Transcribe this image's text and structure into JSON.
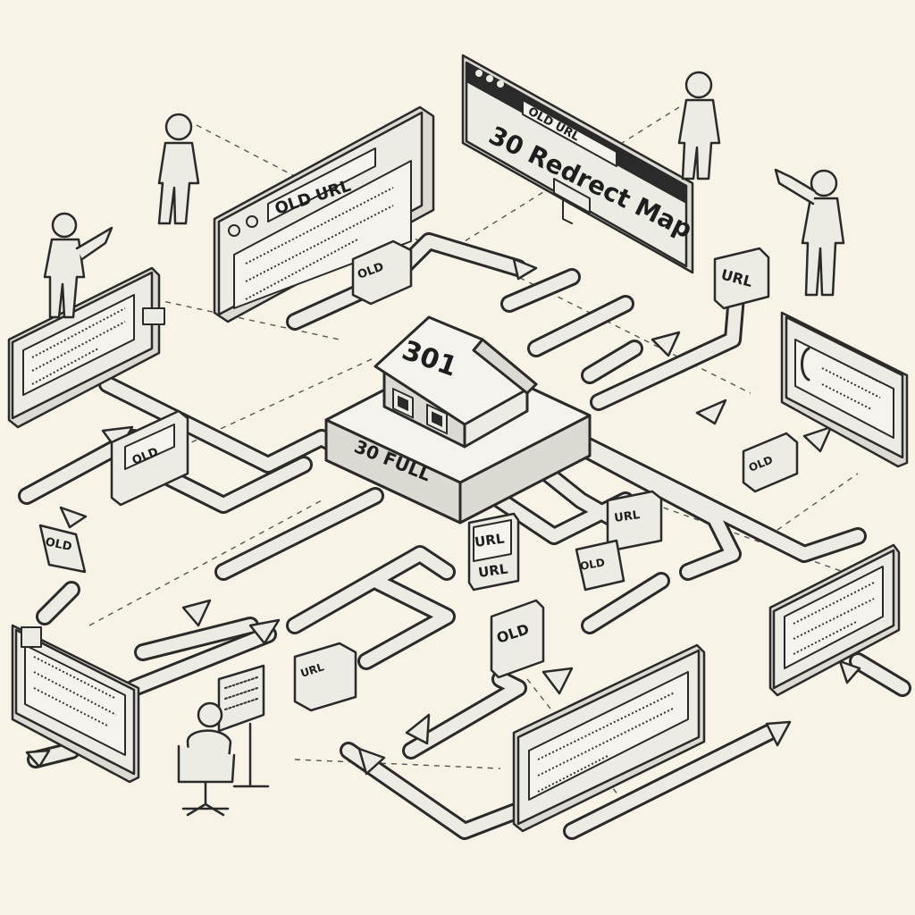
{
  "hub": {
    "badge": "301",
    "base_label": "30 FULL"
  },
  "browser_window": {
    "tab_text": "OLD URL",
    "title": "30 Redrect Map"
  },
  "panel_left_browser": {
    "address_text": "OLD URL"
  },
  "tags": {
    "top_left_small": "OLD",
    "left_small": "OLD",
    "url_top_right": "URL",
    "url_center_a": "URL",
    "url_center_b": "URL",
    "url_center_c": "URL",
    "old_bottom_center": "OLD",
    "old_left_mid": "OLD",
    "old_center_pin": "OLD",
    "url_bottom_small": "URL",
    "old_right_small": "OLD"
  },
  "colors": {
    "background": "#f7f3e6",
    "ink": "#2a2a2a",
    "surface": "#ecebe4",
    "shade": "#dcdad2"
  },
  "icons": [
    "person-icon",
    "computer-user-icon",
    "arrow-icon",
    "house-icon",
    "browser-window-icon"
  ]
}
